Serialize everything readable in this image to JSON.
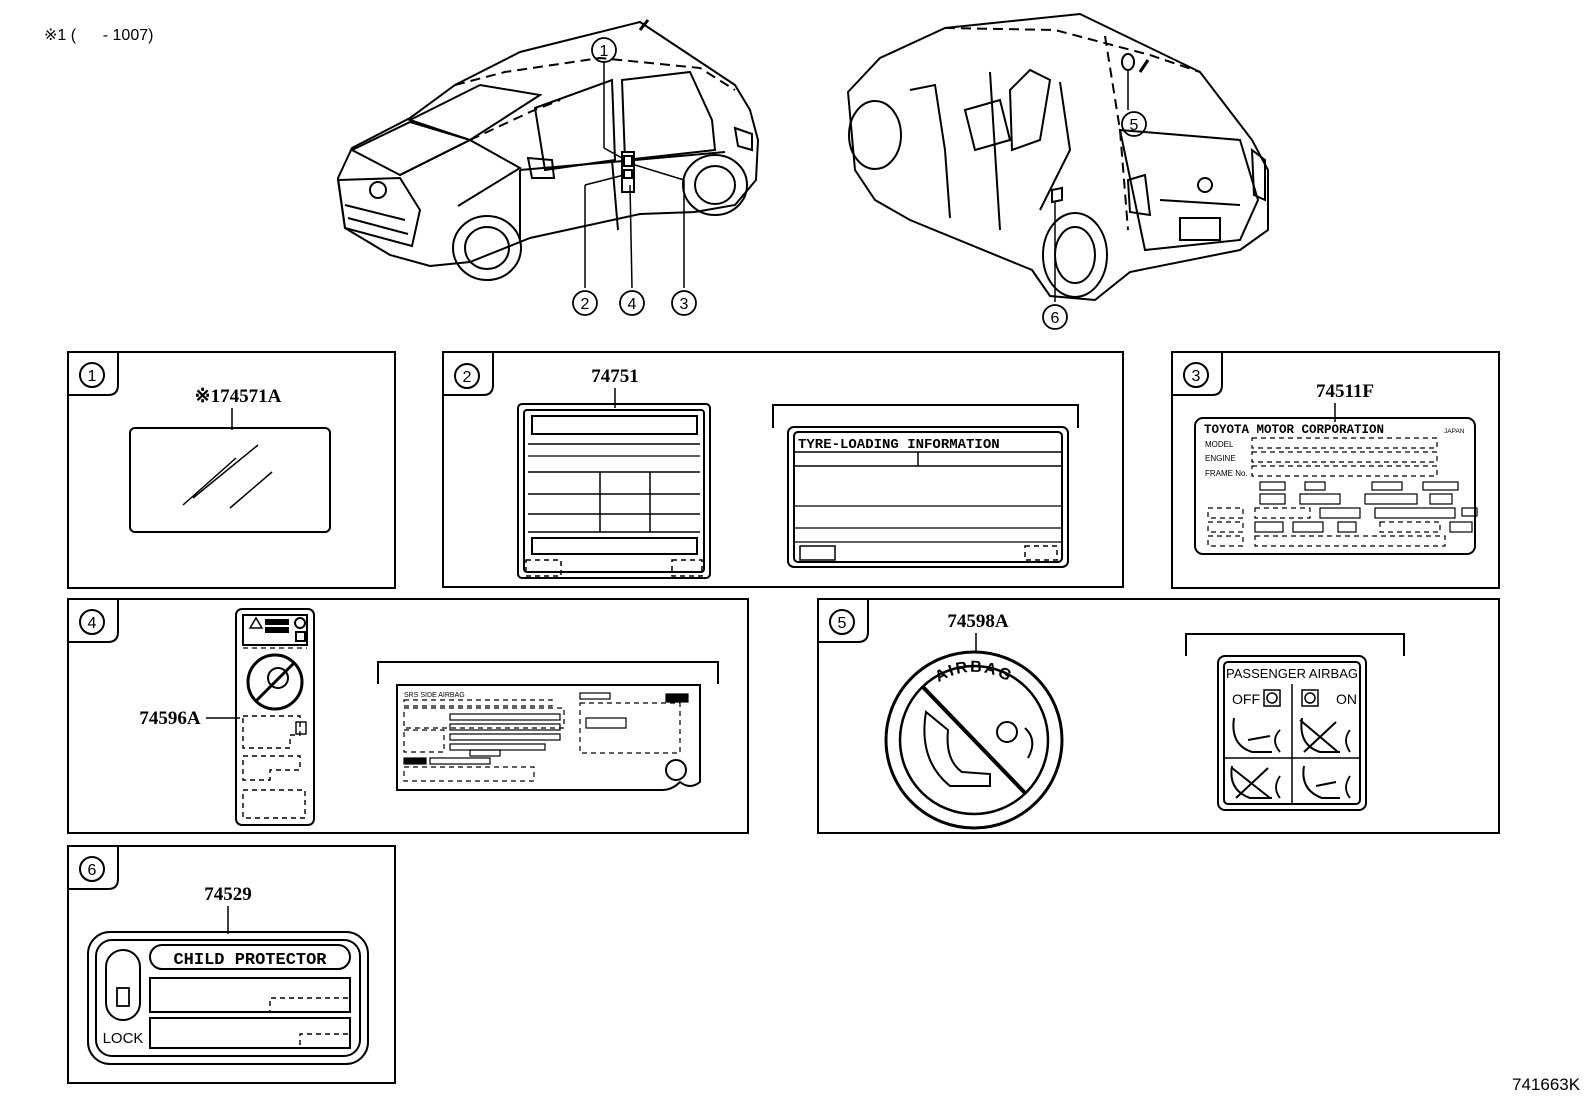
{
  "header": {
    "note": "※1 (      - 1007)"
  },
  "footer": {
    "drawing_code": "741663K"
  },
  "car_callouts": [
    "1",
    "2",
    "4",
    "3",
    "5",
    "6"
  ],
  "panels": [
    {
      "number": "1",
      "part": "※174571A"
    },
    {
      "number": "2",
      "part": "74751",
      "sticker_title": "TYRE-LOADING  INFORMATION"
    },
    {
      "number": "3",
      "part": "74511F",
      "plate_title": "TOYOTA MOTOR CORPORATION",
      "plate_origin": "JAPAN",
      "row_model": "MODEL",
      "row_engine": "ENGINE",
      "row_frame": "FRAME No."
    },
    {
      "number": "4",
      "part": "74596A",
      "tag_title": "SRS SIDE AIRBAG"
    },
    {
      "number": "5",
      "part": "74598A",
      "disc_text": "AIRBAG",
      "label_title": "PASSENGER AIRBAG",
      "label_off": "OFF",
      "label_on": "ON"
    },
    {
      "number": "6",
      "part": "74529",
      "label_title": "CHILD PROTECTOR",
      "lock_label": "LOCK"
    }
  ]
}
